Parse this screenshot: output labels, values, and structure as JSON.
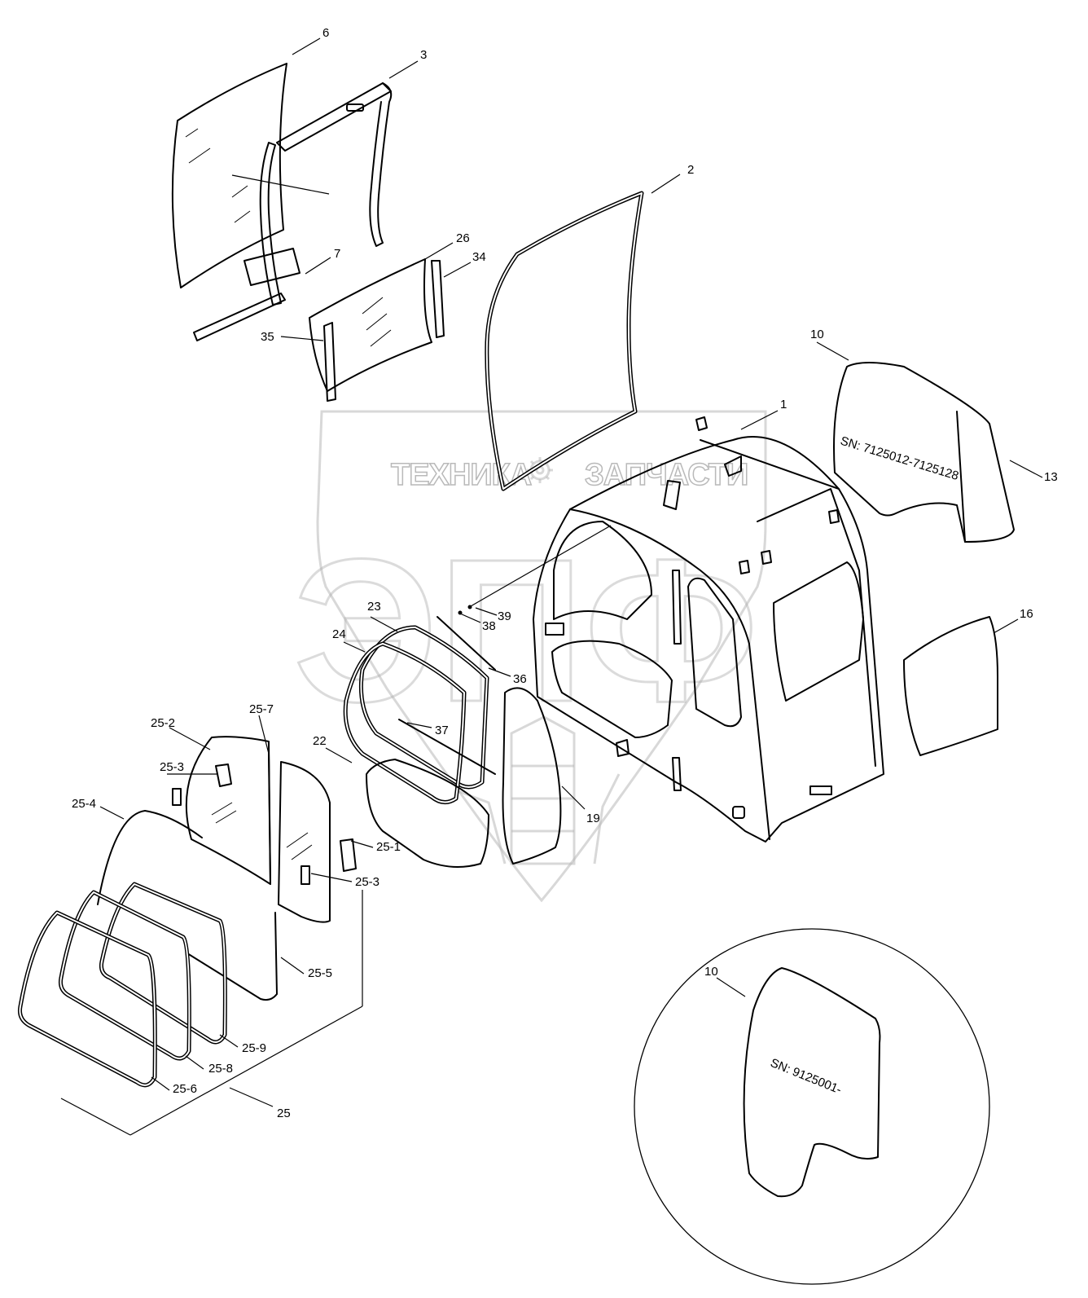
{
  "watermark": {
    "brand_left": "ТЕХНИКА",
    "brand_right": "ЗАПЧАСТИ",
    "logo": "ЭПФ"
  },
  "callouts": {
    "c1": "1",
    "c2": "2",
    "c3": "3",
    "c6": "6",
    "c7": "7",
    "c10": "10",
    "c10b": "10",
    "c13": "13",
    "c16": "16",
    "c19": "19",
    "c22": "22",
    "c23": "23",
    "c24": "24",
    "c25": "25",
    "c25_1": "25-1",
    "c25_2": "25-2",
    "c25_3a": "25-3",
    "c25_3b": "25-3",
    "c25_4": "25-4",
    "c25_5": "25-5",
    "c25_6": "25-6",
    "c25_7": "25-7",
    "c25_8": "25-8",
    "c25_9": "25-9",
    "c26": "26",
    "c34": "34",
    "c35": "35",
    "c36": "36",
    "c37": "37",
    "c38": "38",
    "c39": "39"
  },
  "serial_notes": {
    "range_a": "SN: 7125012-7125128",
    "range_b": "SN: 9125001-"
  },
  "icons": {
    "gear": "gear-icon",
    "wheat": "wheat-icon"
  },
  "colors": {
    "line": "#000000",
    "watermark": "#b8b8b8",
    "background": "#ffffff"
  }
}
